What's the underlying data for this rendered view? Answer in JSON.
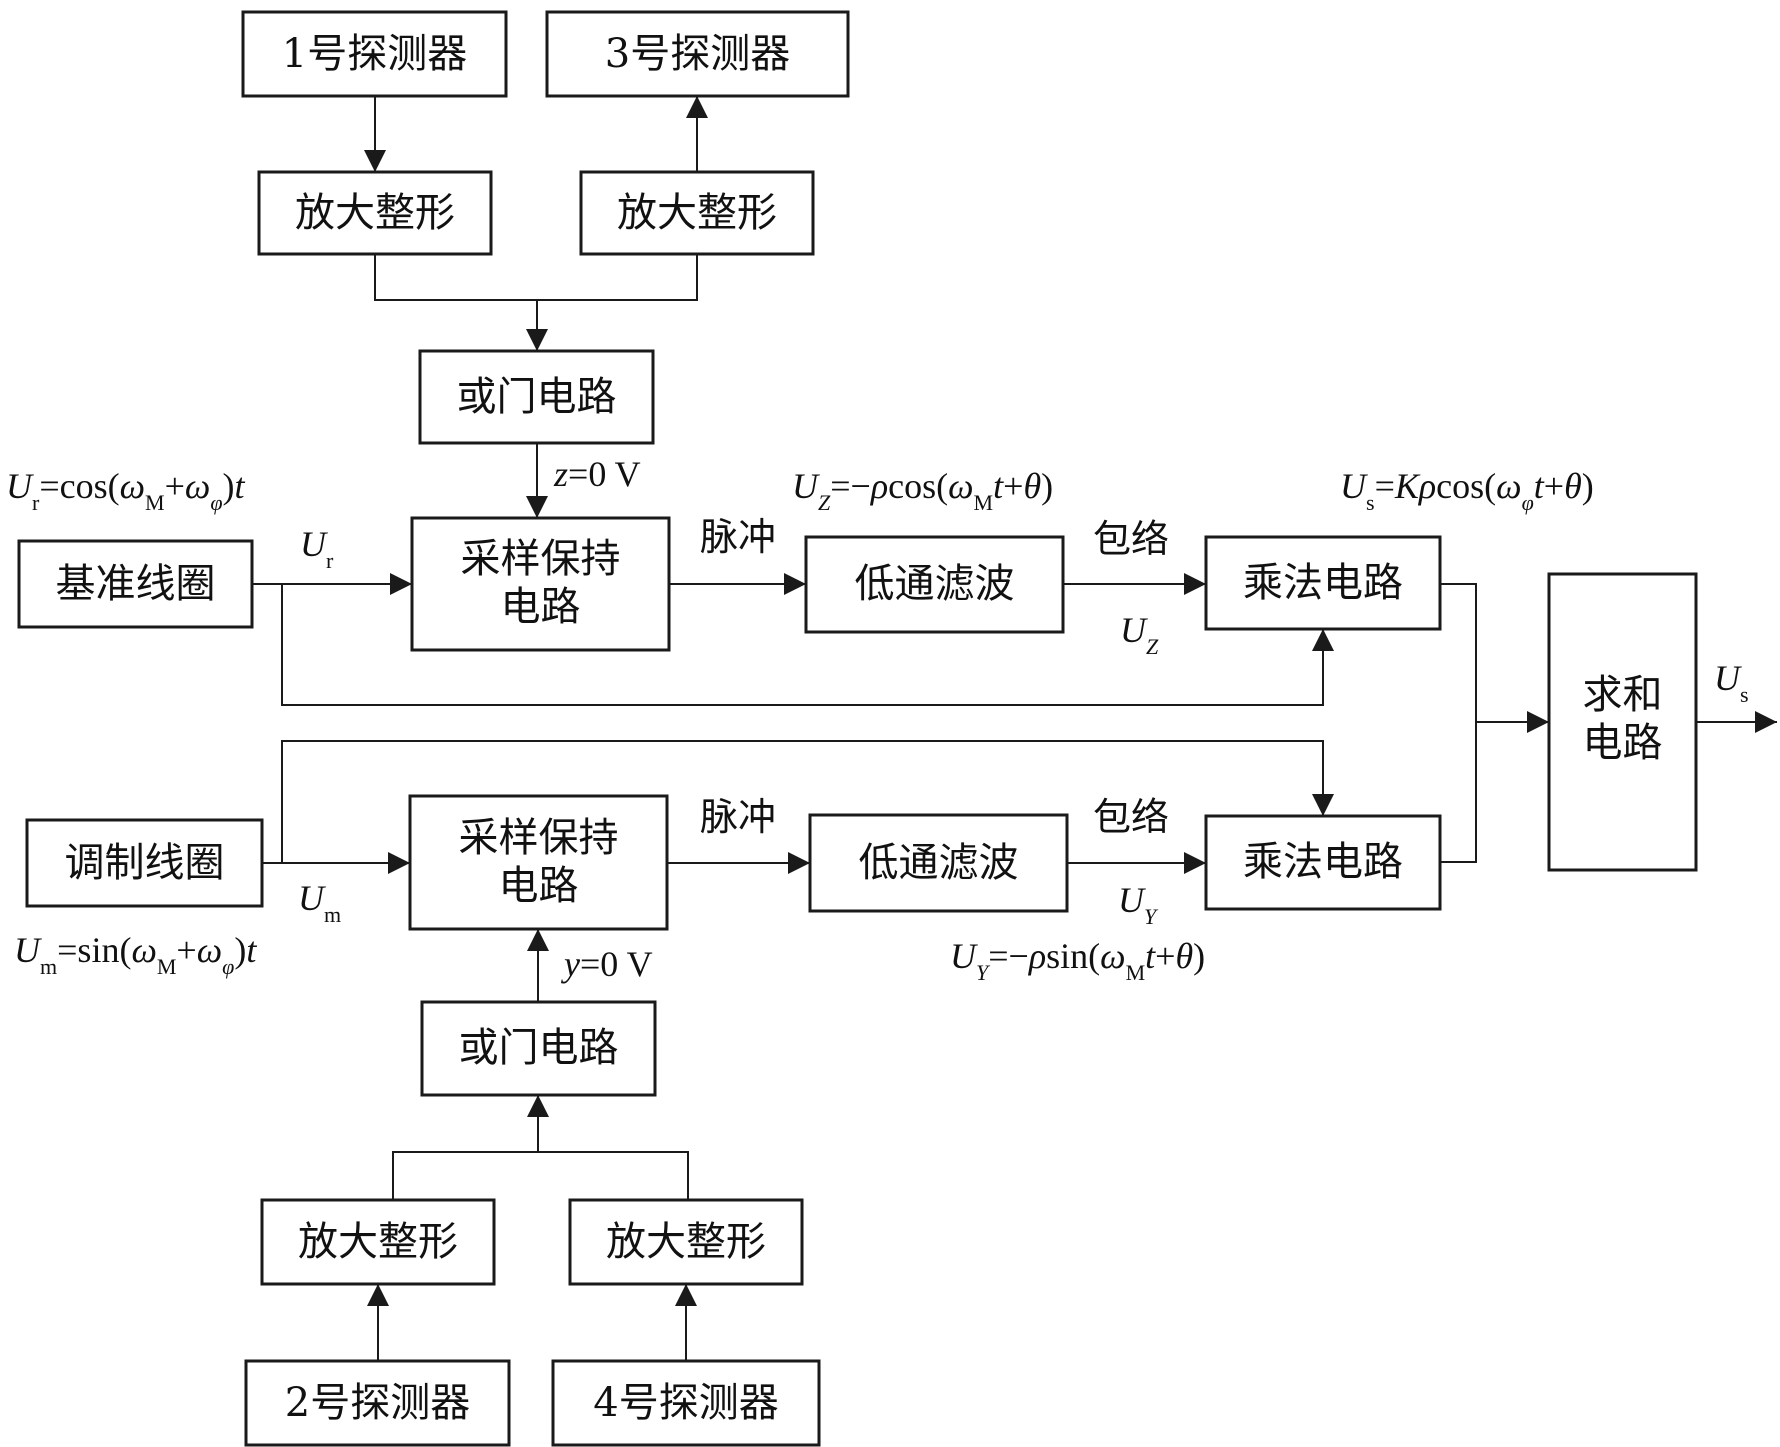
{
  "boxes": {
    "det1": "1号探测器",
    "det3": "3号探测器",
    "amp1": "放大整形",
    "amp3": "放大整形",
    "or_top": "或门电路",
    "sh_top": [
      "采样保持",
      "电路"
    ],
    "ref_coil": "基准线圈",
    "lpf_top": "低通滤波",
    "mul_top": "乘法电路",
    "sum": [
      "求和",
      "电路"
    ],
    "mod_coil": "调制线圈",
    "sh_bot": [
      "采样保持",
      "电路"
    ],
    "lpf_bot": "低通滤波",
    "mul_bot": "乘法电路",
    "or_bot": "或门电路",
    "amp2": "放大整形",
    "amp4": "放大整形",
    "det2": "2号探测器",
    "det4": "4号探测器"
  },
  "edge_labels": {
    "pulse_top": "脉冲",
    "envelope_top": "包络",
    "pulse_bot": "脉冲",
    "envelope_bot": "包络"
  },
  "math": {
    "z0": {
      "var": "z",
      "rest": "=0 V"
    },
    "y0": {
      "var": "y",
      "rest": "=0 V"
    },
    "ur_label": {
      "sym": "U",
      "sub": "r"
    },
    "um_label": {
      "sym": "U",
      "sub": "m"
    },
    "uz_label": {
      "sym": "U",
      "sub": "Z"
    },
    "uy_label": {
      "sym": "U",
      "sub": "Y"
    },
    "us_out_label": {
      "sym": "U",
      "sub": "s"
    },
    "ur_eq": {
      "sym": "U",
      "sub": "r",
      "p1": "=cos(",
      "w1": "ω",
      "w1sub": "M",
      "p2": "+",
      "w2": "ω",
      "w2sub": "φ",
      "p3": ")",
      "t": "t"
    },
    "um_eq": {
      "sym": "U",
      "sub": "m",
      "p1": "=sin(",
      "w1": "ω",
      "w1sub": "M",
      "p2": "+",
      "w2": "ω",
      "w2sub": "φ",
      "p3": ")",
      "t": "t"
    },
    "uz_eq": {
      "sym": "U",
      "sub": "Z",
      "p1": "=−",
      "rho": "ρ",
      "p2": "cos(",
      "w": "ω",
      "wsub": "M",
      "t": "t",
      "p3": "+",
      "theta": "θ",
      "p4": ")"
    },
    "uy_eq": {
      "sym": "U",
      "sub": "Y",
      "p1": "=−",
      "rho": "ρ",
      "p2": "sin(",
      "w": "ω",
      "wsub": "M",
      "t": "t",
      "p3": "+",
      "theta": "θ",
      "p4": ")"
    },
    "us_eq": {
      "sym": "U",
      "sub": "s",
      "p1": "=",
      "k": "K",
      "rho": "ρ",
      "p2": "cos(",
      "w": "ω",
      "wsub": "φ",
      "t": "t",
      "p3": "+",
      "theta": "θ",
      "p4": ")"
    }
  }
}
